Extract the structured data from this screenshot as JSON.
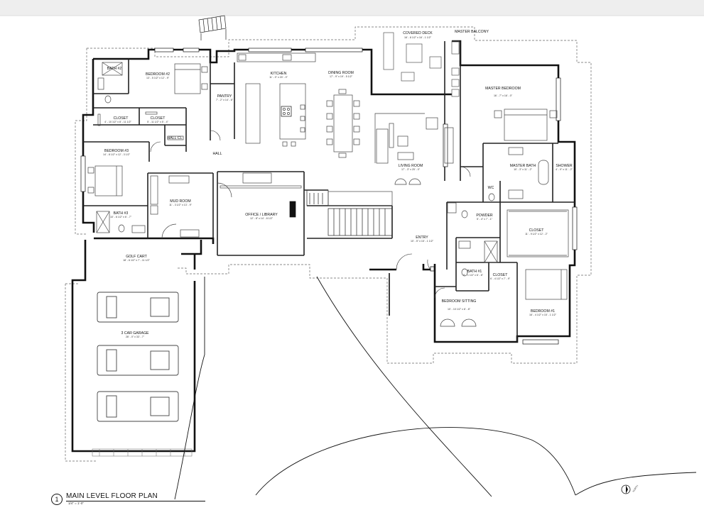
{
  "sheet": {
    "title": "MAIN LEVEL FLOOR PLAN",
    "number": "1",
    "scale": "1/4\" = 1'-0\"",
    "north_label": "NORTH"
  },
  "rooms": {
    "covered_deck": {
      "name": "COVERED DECK",
      "dims": "16' - 8 1/2\" x 16' - 1 1/2\""
    },
    "master_balcony": {
      "name": "MASTER BALCONY"
    },
    "bath2": {
      "name": "BATH #2"
    },
    "bedroom2": {
      "name": "BEDROOM #2",
      "dims": "13' - 5 1/2\" x 12' - 9\""
    },
    "kitchen": {
      "name": "KITCHEN",
      "dims": "11' - 0\" x 20' - 0\""
    },
    "dining_room": {
      "name": "DINING ROOM",
      "dims": "17' - 9\" x 19' - 5 1/2\""
    },
    "master_bedroom": {
      "name": "MASTER BEDROOM",
      "dims": "16' - 7\" x 16' - 0\""
    },
    "pantry": {
      "name": "PANTRY",
      "dims": "7' - 2\" x 14' - 6\""
    },
    "closet_a": {
      "name": "CLOSET",
      "dims": "4' - 10 1/2\" x 8' - 11 1/2\""
    },
    "closet_b": {
      "name": "CLOSET",
      "dims": "5' - 11 1/2\" x 5' - 4\""
    },
    "hall_cl": {
      "name": "HALL CL"
    },
    "bedroom3": {
      "name": "BEDROOM #3",
      "dims": "14' - 8 1/2\" x 12' - 3 1/2\""
    },
    "hall": {
      "name": "HALL"
    },
    "living_room": {
      "name": "LIVING ROOM",
      "dims": "17' - 3\" x 25' - 0\""
    },
    "master_bath": {
      "name": "MASTER BATH",
      "dims": "10' - 3\" x 11' - 2\""
    },
    "shower": {
      "name": "SHOWER",
      "dims": "4' - 9\" x 11' - 2\""
    },
    "mud_room": {
      "name": "MUD ROOM",
      "dims": "11' - 3 1/2\" x 13' - 9\""
    },
    "wc": {
      "name": "WC"
    },
    "office": {
      "name": "OFFICE / LIBRARY",
      "dims": "12' - 8\" x 14' - 8 1/2\""
    },
    "powder": {
      "name": "POWDER",
      "dims": "5' - 4\" x 7' - 1\""
    },
    "bath3": {
      "name": "BATH #3",
      "dims": "10' - 6 1/2\" x 6' - 7\""
    },
    "closet_master": {
      "name": "CLOSET",
      "dims": "11' - 9 1/2\" x 12' - 2\""
    },
    "entry": {
      "name": "ENTRY",
      "dims": "10' - 5\" x 15' - 1 1/2\""
    },
    "golf_cart": {
      "name": "GOLF CART",
      "dims": "18' - 6 1/2\" x 7' - 11 1/2\""
    },
    "bath1": {
      "name": "BATH #1",
      "dims": "9' - 1 1/2\" x 6' - 6\""
    },
    "closet_b1": {
      "name": "CLOSET",
      "dims": "6' - 4 1/2\" x 7' - 9\""
    },
    "bedroom1": {
      "name": "BEDROOM #1",
      "dims": "16' - 4 1/2\" x 15' - 1 1/2\""
    },
    "bedroom_sitting": {
      "name": "BEDROOM SITTING",
      "dims": "10' - 10 1/2\" x 8' - 8\""
    },
    "garage": {
      "name": "3 CAR GARAGE",
      "dims": "28' - 0\" x 33' - 7\""
    }
  }
}
